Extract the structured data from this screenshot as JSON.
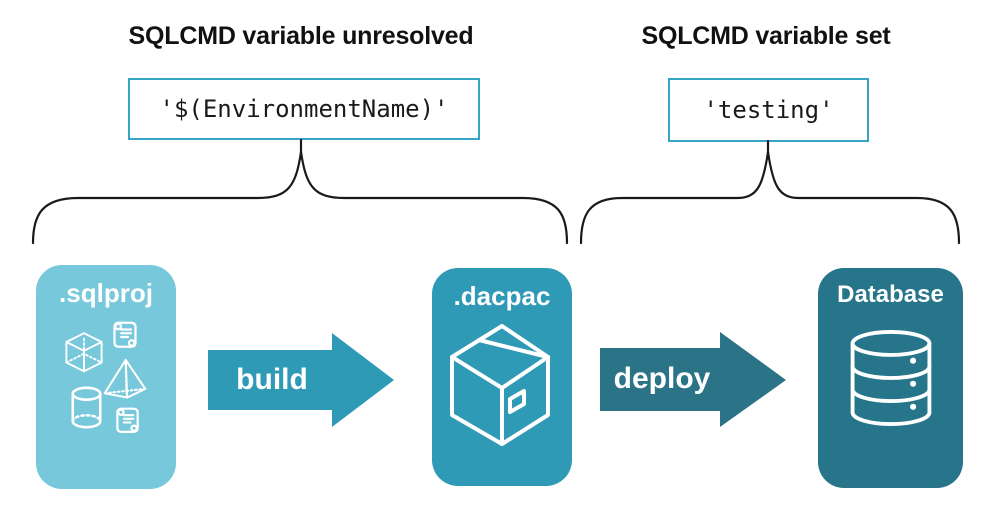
{
  "left_annotation": {
    "title": "SQLCMD variable unresolved",
    "code": "'$(EnvironmentName)'"
  },
  "right_annotation": {
    "title": "SQLCMD variable set",
    "code": "'testing'"
  },
  "pipeline": {
    "source_label": ".sqlproj",
    "build_label": "build",
    "artifact_label": ".dacpac",
    "deploy_label": "deploy",
    "target_label": "Database"
  },
  "icons": {
    "sqlproj_card": [
      "scroll-icon",
      "cube-icon",
      "pyramid-icon",
      "cylinder-icon",
      "scroll-icon"
    ],
    "dacpac_card": "package-box-icon",
    "database_card": "database-cylinder-icon"
  },
  "colors": {
    "sqlproj_fill": "#77C8DB",
    "dacpac_fill": "#2F9AB5",
    "build_arrow_fill": "#2F9AB5",
    "deploy_arrow_fill": "#2B7386",
    "database_fill": "#26758A",
    "code_box_border": "#35A4C4",
    "brace_stroke": "#1a1a1a",
    "heading_text": "#111111",
    "icon_stroke": "#FFFFFF"
  }
}
